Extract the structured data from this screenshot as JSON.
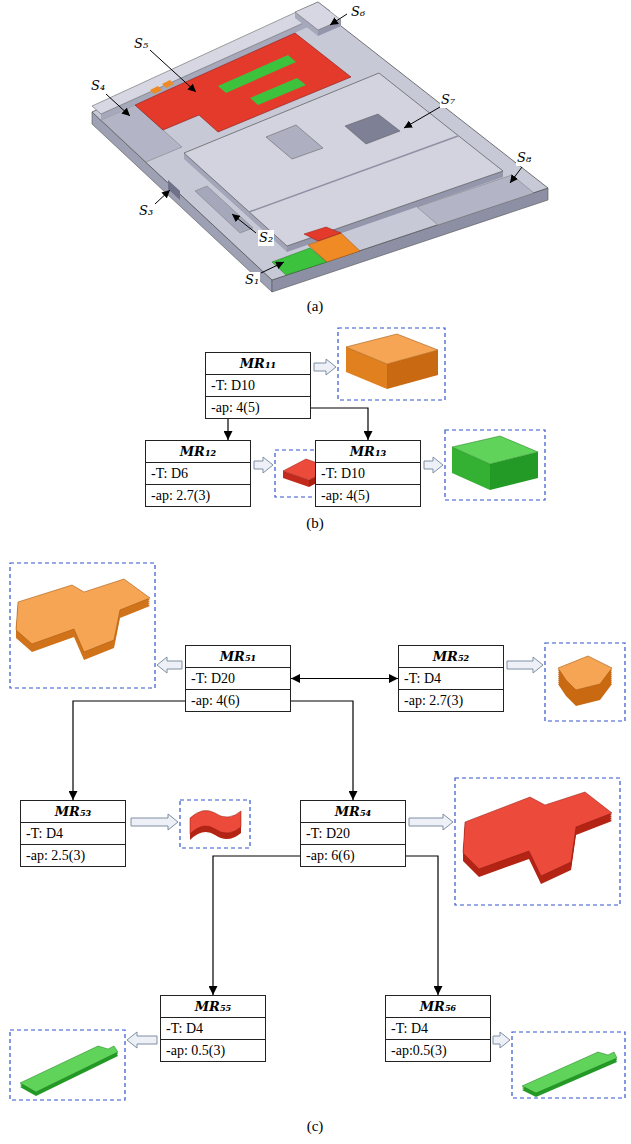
{
  "diagram": {
    "nodes": [
      {
        "text": [
          "MR₁₁",
          "-T: D10",
          "-ap: 4(5)"
        ]
      },
      {
        "text": [
          "MR₁₂",
          "-T: D6",
          "-ap: 2.7(3)"
        ]
      },
      {
        "text": [
          "MR₁₃",
          "-T: D10",
          "-ap: 4(5)"
        ]
      },
      {
        "text": [
          "MR₅₁",
          "-T: D20",
          "-ap: 4(6)"
        ]
      },
      {
        "text": [
          "MR₅₂",
          "-T: D4",
          "-ap: 2.7(3)"
        ]
      },
      {
        "text": [
          "MR₅₃",
          "-T: D4",
          "-ap: 2.5(3)"
        ]
      },
      {
        "text": [
          "MR₅₄",
          "-T: D20",
          "-ap: 6(6)"
        ]
      },
      {
        "text": [
          "MR₅₅",
          "-T: D4",
          "-ap: 0.5(3)"
        ]
      },
      {
        "text": [
          "MR₅₆",
          "-T: D4",
          "-ap:0.5(3)"
        ]
      }
    ],
    "edges": [
      {
        "from": 0,
        "to": 1,
        "arrow": "to"
      },
      {
        "from": 0,
        "to": 2,
        "arrow": "to"
      },
      {
        "from": 3,
        "to": 4,
        "arrow": "both"
      },
      {
        "from": 3,
        "to": 5,
        "arrow": "to"
      },
      {
        "from": 3,
        "to": 6,
        "arrow": "to"
      },
      {
        "from": 6,
        "to": 7,
        "arrow": "to"
      },
      {
        "from": 6,
        "to": 8,
        "arrow": "to"
      }
    ],
    "labels": [
      "S₆",
      "S₅",
      "S₄",
      "S₇",
      "S₈",
      "S₃",
      "S₂",
      "S₁",
      "(a)",
      "(b)",
      "(c)"
    ]
  }
}
